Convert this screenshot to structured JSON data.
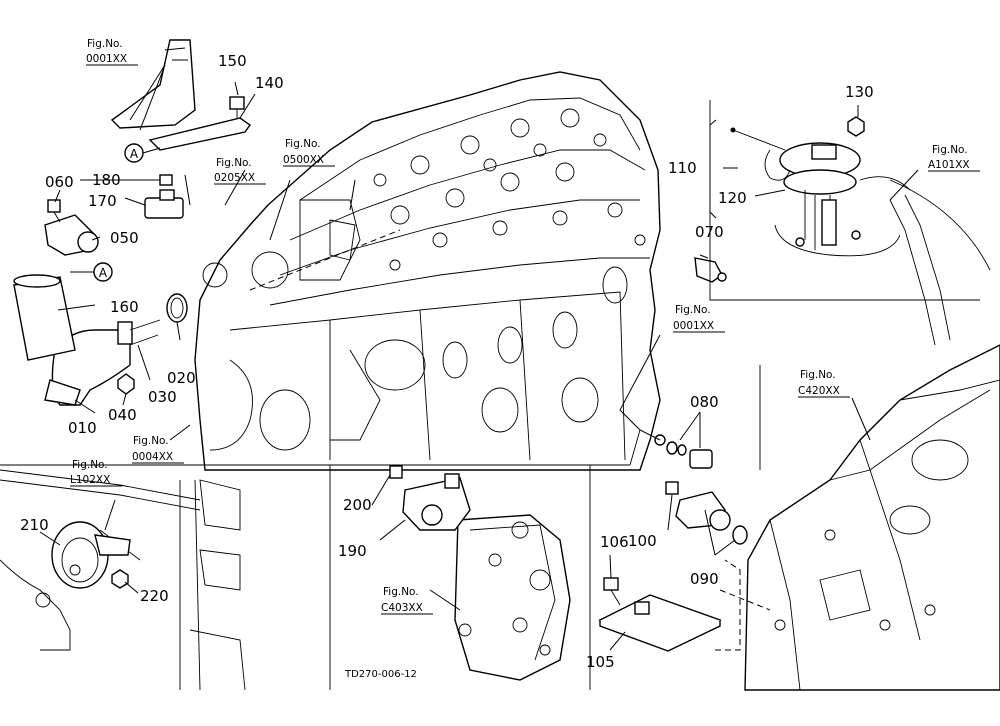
{
  "drawing_id": "TD270-006-12",
  "callouts": [
    {
      "id": "010",
      "label": "010"
    },
    {
      "id": "020",
      "label": "020"
    },
    {
      "id": "030",
      "label": "030"
    },
    {
      "id": "040",
      "label": "040"
    },
    {
      "id": "050",
      "label": "050"
    },
    {
      "id": "060",
      "label": "060"
    },
    {
      "id": "070",
      "label": "070"
    },
    {
      "id": "080",
      "label": "080"
    },
    {
      "id": "090",
      "label": "090"
    },
    {
      "id": "100",
      "label": "100"
    },
    {
      "id": "105",
      "label": "105"
    },
    {
      "id": "106",
      "label": "106"
    },
    {
      "id": "110",
      "label": "110"
    },
    {
      "id": "120",
      "label": "120"
    },
    {
      "id": "130",
      "label": "130"
    },
    {
      "id": "140",
      "label": "140"
    },
    {
      "id": "150",
      "label": "150"
    },
    {
      "id": "160",
      "label": "160"
    },
    {
      "id": "170",
      "label": "170"
    },
    {
      "id": "180",
      "label": "180"
    },
    {
      "id": "190",
      "label": "190"
    },
    {
      "id": "200",
      "label": "200"
    },
    {
      "id": "210",
      "label": "210"
    },
    {
      "id": "220",
      "label": "220"
    }
  ],
  "fig_refs": [
    {
      "title": "Fig.No.",
      "number": "0001XX"
    },
    {
      "title": "Fig.No.",
      "number": "0205XX"
    },
    {
      "title": "Fig.No.",
      "number": "0500XX"
    },
    {
      "title": "Fig.No.",
      "number": "A101XX"
    },
    {
      "title": "Fig.No.",
      "number": "0001XX"
    },
    {
      "title": "Fig.No.",
      "number": "C420XX"
    },
    {
      "title": "Fig.No.",
      "number": "0004XX"
    },
    {
      "title": "Fig.No.",
      "number": "L102XX"
    },
    {
      "title": "Fig.No.",
      "number": "C403XX"
    }
  ],
  "reference_marks": [
    {
      "letter": "A"
    },
    {
      "letter": "A"
    }
  ]
}
